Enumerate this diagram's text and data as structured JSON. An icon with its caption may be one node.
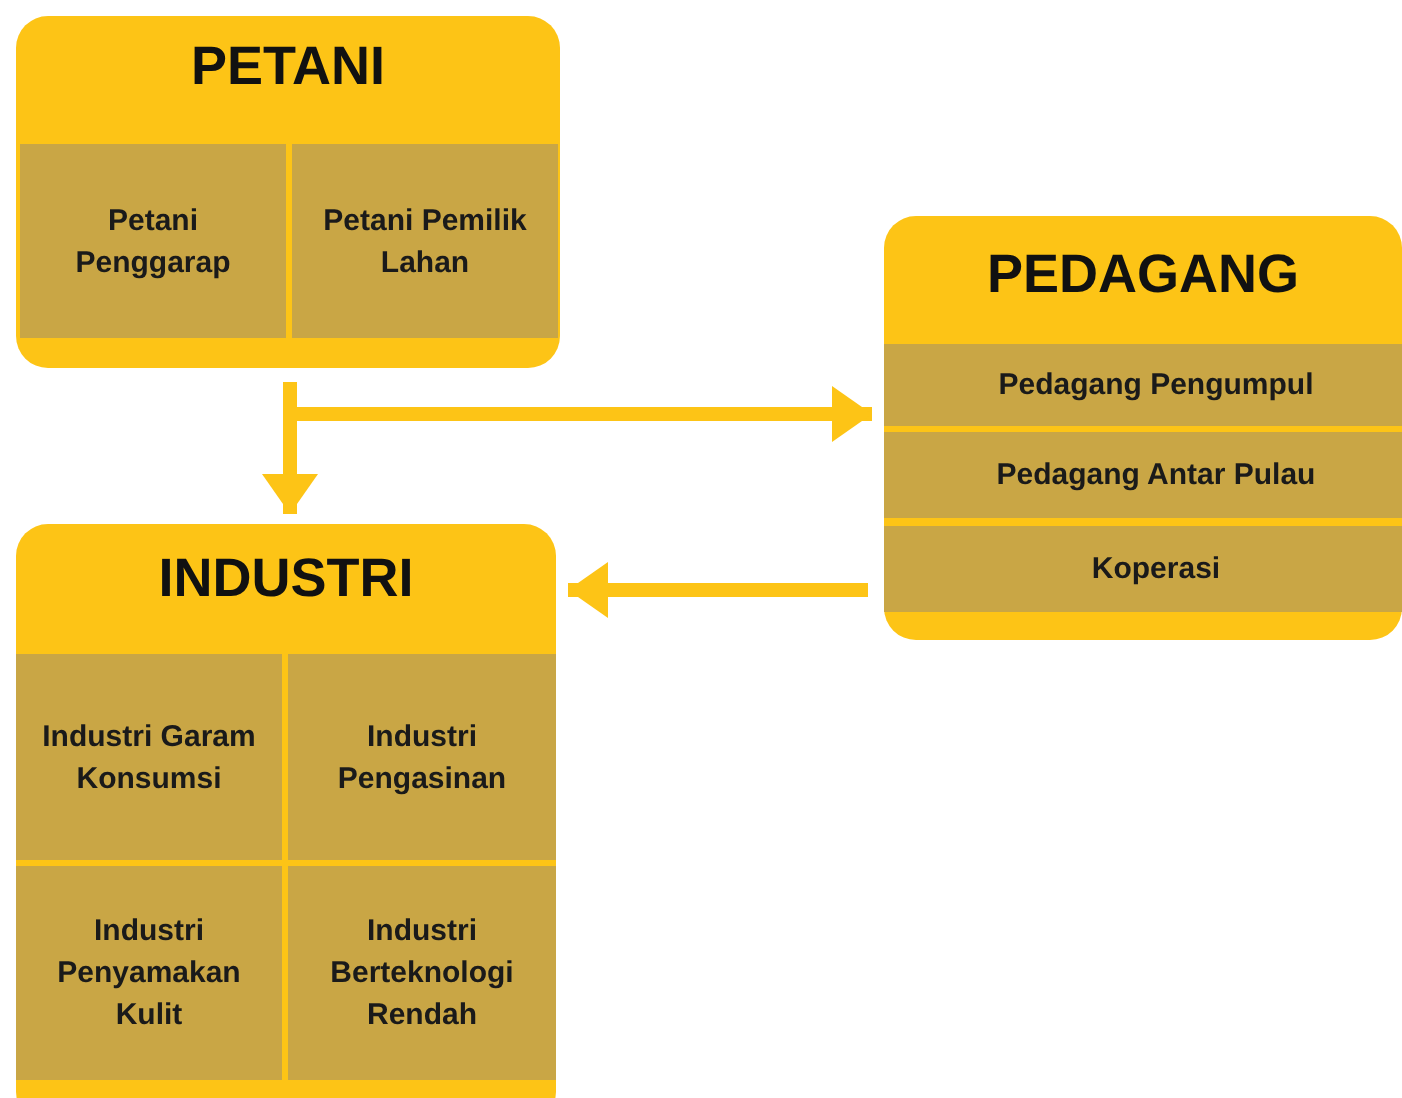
{
  "diagram": {
    "nodes": [
      {
        "text": [
          "PETANI"
        ]
      },
      {
        "text": [
          "Petani Penggarap"
        ],
        "in": 0
      },
      {
        "text": [
          "Petani Pemilik Lahan"
        ],
        "in": 0
      },
      {
        "text": [
          "PEDAGANG"
        ]
      },
      {
        "text": [
          "Pedagang Pengumpul"
        ],
        "in": 3
      },
      {
        "text": [
          "Pedagang Antar Pulau"
        ],
        "in": 3
      },
      {
        "text": [
          "Koperasi"
        ],
        "in": 3
      },
      {
        "text": [
          "INDUSTRI"
        ]
      },
      {
        "text": [
          "Industri Garam Konsumsi"
        ],
        "in": 7
      },
      {
        "text": [
          "Industri Pengasinan"
        ],
        "in": 7
      },
      {
        "text": [
          "Industri Penyamakan Kulit"
        ],
        "in": 7
      },
      {
        "text": [
          "Industri Berteknologi Rendah"
        ],
        "in": 7
      }
    ],
    "edges": [
      {
        "from": 0,
        "to": 7,
        "arrow": "to"
      },
      {
        "from": 0,
        "to": 3,
        "arrow": "to"
      },
      {
        "from": 3,
        "to": 7,
        "arrow": "to"
      }
    ]
  }
}
